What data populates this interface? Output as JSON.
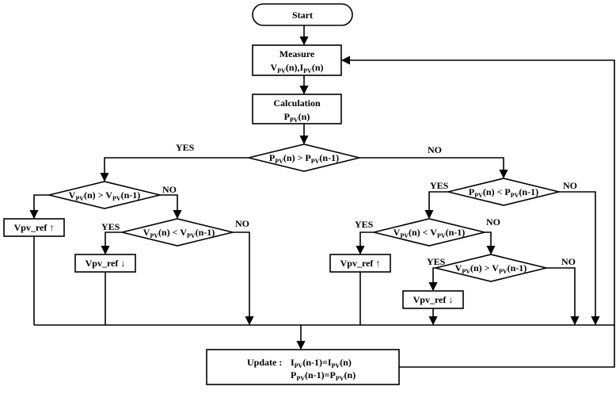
{
  "start": {
    "text": "Start"
  },
  "measure": {
    "line1": "Measure",
    "line2": [
      {
        "t": "V"
      },
      {
        "t": "PV",
        "sub": true
      },
      {
        "t": "(n),I"
      },
      {
        "t": "PV",
        "sub": true
      },
      {
        "t": "(n)"
      }
    ]
  },
  "calculation": {
    "line1": "Calculation",
    "line2": [
      {
        "t": "P"
      },
      {
        "t": "PV",
        "sub": true
      },
      {
        "t": "(n)"
      }
    ]
  },
  "decision_p_gt": [
    {
      "t": "P"
    },
    {
      "t": "PV",
      "sub": true
    },
    {
      "t": "(n) > P"
    },
    {
      "t": "PV",
      "sub": true
    },
    {
      "t": "(n-1)"
    }
  ],
  "decision_v_gt_left": [
    {
      "t": "V"
    },
    {
      "t": "PV",
      "sub": true
    },
    {
      "t": "(n) > V"
    },
    {
      "t": "PV",
      "sub": true
    },
    {
      "t": "(n-1)"
    }
  ],
  "decision_v_lt_left": [
    {
      "t": "V"
    },
    {
      "t": "PV",
      "sub": true
    },
    {
      "t": "(n) < V"
    },
    {
      "t": "PV",
      "sub": true
    },
    {
      "t": "(n-1)"
    }
  ],
  "decision_p_lt_right": [
    {
      "t": "P"
    },
    {
      "t": "PV",
      "sub": true
    },
    {
      "t": "(n) < P"
    },
    {
      "t": "PV",
      "sub": true
    },
    {
      "t": "(n-1)"
    }
  ],
  "decision_v_lt_right": [
    {
      "t": "V"
    },
    {
      "t": "PV",
      "sub": true
    },
    {
      "t": "(n) < V"
    },
    {
      "t": "PV",
      "sub": true
    },
    {
      "t": "(n-1)"
    }
  ],
  "decision_v_gt_right": [
    {
      "t": "V"
    },
    {
      "t": "PV",
      "sub": true
    },
    {
      "t": "(n) > V"
    },
    {
      "t": "PV",
      "sub": true
    },
    {
      "t": "(n-1)"
    }
  ],
  "actions": {
    "vref_up_left": "Vpv_ref ↑",
    "vref_down_left": "Vpv_ref ↓",
    "vref_up_right": "Vpv_ref ↑",
    "vref_down_right": "Vpv_ref ↓"
  },
  "update": {
    "prefix": "Update : ",
    "line1": [
      {
        "t": "I"
      },
      {
        "t": "PV",
        "sub": true
      },
      {
        "t": "(n-1)=I"
      },
      {
        "t": "PV",
        "sub": true
      },
      {
        "t": "(n)"
      }
    ],
    "line2": [
      {
        "t": "P"
      },
      {
        "t": "PV",
        "sub": true
      },
      {
        "t": "(n-1)=P"
      },
      {
        "t": "PV",
        "sub": true
      },
      {
        "t": "(n)"
      }
    ]
  },
  "labels": {
    "yes_main": "YES",
    "no_main": "NO",
    "no_v_gt_left": "NO",
    "yes_v_lt_left": "YES",
    "no_v_lt_left": "NO",
    "yes_p_lt_right": "YES",
    "no_p_lt_right": "NO",
    "yes_v_lt_right": "YES",
    "no_v_lt_right": "NO",
    "yes_v_gt_right": "YES",
    "no_v_gt_right": "NO"
  }
}
